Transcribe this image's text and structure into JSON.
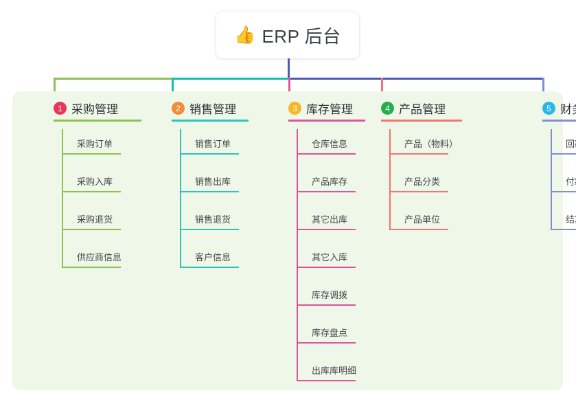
{
  "title": {
    "icon": "thumbs-up-icon",
    "emoji": "👍",
    "text": "ERP 后台"
  },
  "colors": {
    "panel_bg": "#eff7e9",
    "card_bg": "#ffffff",
    "trunk": "#4a57c4",
    "green": "#8cc152",
    "teal": "#11c1ae",
    "pink": "#e0549b",
    "salmon": "#f4746f",
    "blue": "#7f8fd6"
  },
  "trunk": {
    "label": "root-connector"
  },
  "columns": [
    {
      "number": "1",
      "title": "采购管理",
      "badge_color": "#e8365d",
      "line_color": "#8cc152",
      "items": [
        {
          "label": "采购订单"
        },
        {
          "label": "采购入库"
        },
        {
          "label": "采购退货"
        },
        {
          "label": "供应商信息"
        }
      ]
    },
    {
      "number": "2",
      "title": "销售管理",
      "badge_color": "#f28c38",
      "line_color": "#2ec4b6",
      "items": [
        {
          "label": "销售订单"
        },
        {
          "label": "销售出库"
        },
        {
          "label": "销售退货"
        },
        {
          "label": "客户信息"
        }
      ]
    },
    {
      "number": "3",
      "title": "库存管理",
      "badge_color": "#f6b728",
      "line_color": "#e0549b",
      "items": [
        {
          "label": "仓库信息"
        },
        {
          "label": "产品库存"
        },
        {
          "label": "其它出库"
        },
        {
          "label": "其它入库"
        },
        {
          "label": "库存调拨"
        },
        {
          "label": "库存盘点"
        },
        {
          "label": "出库库明细"
        }
      ]
    },
    {
      "number": "4",
      "title": "产品管理",
      "badge_color": "#27ae4f",
      "line_color": "#f4746f",
      "items": [
        {
          "label": "产品（物料）"
        },
        {
          "label": "产品分类"
        },
        {
          "label": "产品单位"
        }
      ]
    },
    {
      "number": "5",
      "title": "财务管理",
      "badge_color": "#29b6e8",
      "line_color": "#7f8fd6",
      "items": [
        {
          "label": "回款单"
        },
        {
          "label": "付款单"
        },
        {
          "label": "结算账户"
        }
      ]
    }
  ]
}
